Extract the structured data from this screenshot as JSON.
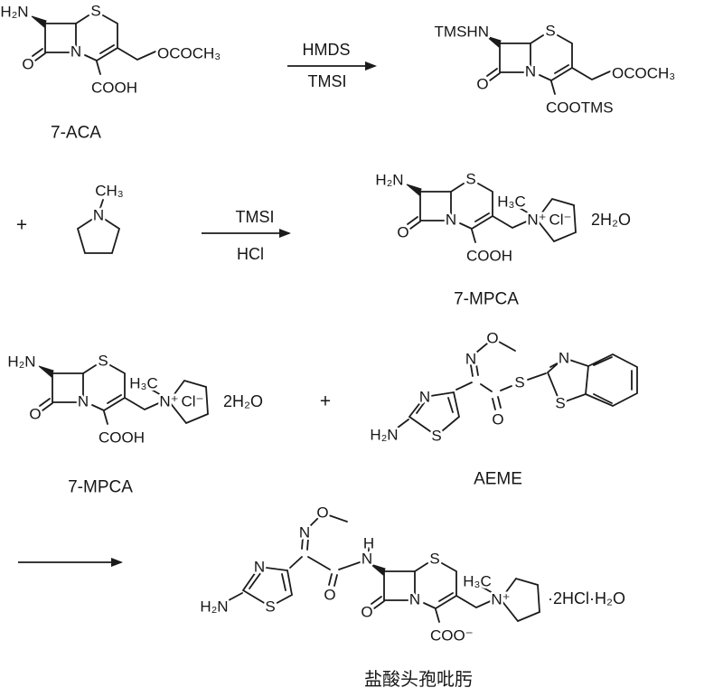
{
  "scheme": {
    "step1": {
      "reactant": {
        "name": "7-ACA",
        "amine": "H₂N",
        "ring_s": "S",
        "ring_n": "N",
        "carbonyl_o": "O",
        "acid": "COOH",
        "acetate": "OCOCH₃"
      },
      "arrow": {
        "above": "HMDS",
        "below": "TMSI"
      },
      "product": {
        "amine": "TMSHN",
        "ring_s": "S",
        "ring_n": "N",
        "carbonyl_o": "O",
        "acid": "COOTMS",
        "acetate": "OCOCH₃"
      }
    },
    "step2": {
      "plus": "+",
      "reagent": {
        "methyl": "CH₃",
        "n": "N"
      },
      "arrow": {
        "above": "TMSI",
        "below": "HCl"
      },
      "product": {
        "name": "7-MPCA",
        "amine": "H₂N",
        "ring_s": "S",
        "ring_n": "N",
        "carbonyl_o": "O",
        "acid": "COOH",
        "n_methyl": "H₃C",
        "quat_n": "N⁺",
        "chloride": "Cl⁻",
        "hydrate": "2H₂O"
      }
    },
    "step3": {
      "reactant1": {
        "name": "7-MPCA",
        "amine": "H₂N",
        "ring_s": "S",
        "ring_n": "N",
        "carbonyl_o": "O",
        "acid": "COOH",
        "n_methyl": "H₃C",
        "quat_n": "N⁺",
        "chloride": "Cl⁻",
        "hydrate": "2H₂O"
      },
      "plus": "+",
      "reactant2": {
        "name": "AEME",
        "methoxy_o": "O",
        "oxime_n": "N",
        "thiazole_n": "N",
        "thiazole_s": "S",
        "amine": "H₂N",
        "carbonyl_o": "O",
        "thioester_s": "S",
        "btz_n": "N",
        "btz_s": "S"
      }
    },
    "step4": {
      "product": {
        "name": "盐酸头孢吡肟",
        "methoxy_o": "O",
        "oxime_n": "N",
        "thiazole_n": "N",
        "thiazole_s": "S",
        "amine": "H₂N",
        "amide_h": "H",
        "amide_n": "N",
        "amide_o": "O",
        "ring_s": "S",
        "ring_n": "N",
        "carbonyl_o": "O",
        "carboxylate": "COO⁻",
        "n_methyl": "H₃C",
        "quat_n": "N⁺",
        "salt": "·2HCl·H₂O"
      }
    }
  }
}
